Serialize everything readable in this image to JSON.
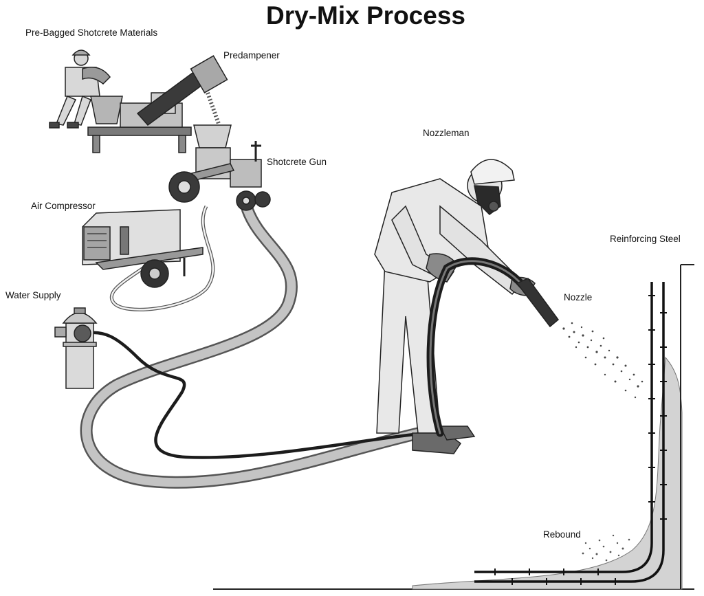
{
  "title": "Dry-Mix Process",
  "labels": {
    "materials": "Pre-Bagged Shotcrete Materials",
    "predampener": "Predampener",
    "gun": "Shotcrete Gun",
    "compressor": "Air Compressor",
    "water": "Water Supply",
    "nozzleman": "Nozzleman",
    "steel": "Reinforcing Steel",
    "nozzle": "Nozzle",
    "rebound": "Rebound"
  },
  "colors": {
    "line": "#222222",
    "equipment": "#c8c8c8",
    "equipment_dark": "#6e6e6e",
    "hose_material": "#bdbdbd",
    "hose_water": "#1e1e1e",
    "shotcrete": "#d4d4d4",
    "suit": "#e9e9e9"
  }
}
